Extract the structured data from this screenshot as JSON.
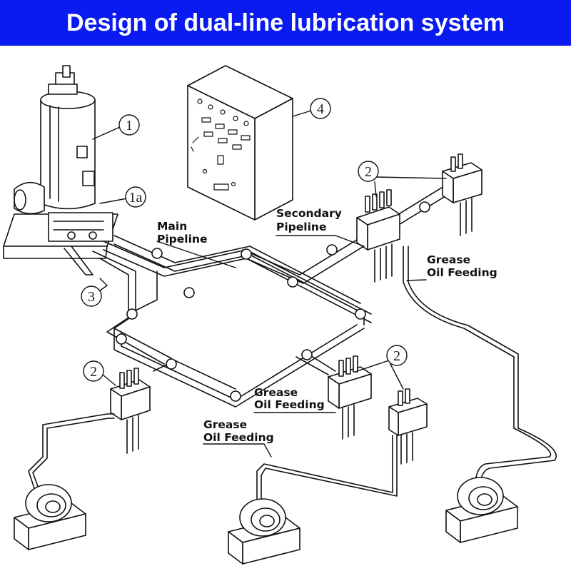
{
  "title": "Design of dual-line lubrication system",
  "callouts": {
    "pump": "1",
    "pump_base": "1a",
    "control_cabinet": "4",
    "fittings": "3",
    "distributor": "2"
  },
  "labels": {
    "main_pipeline": [
      "Main",
      "Pipeline"
    ],
    "secondary_pipeline": [
      "Secondary",
      "Pipeline"
    ],
    "grease_feed": [
      "Grease",
      "Oil Feeding"
    ]
  }
}
